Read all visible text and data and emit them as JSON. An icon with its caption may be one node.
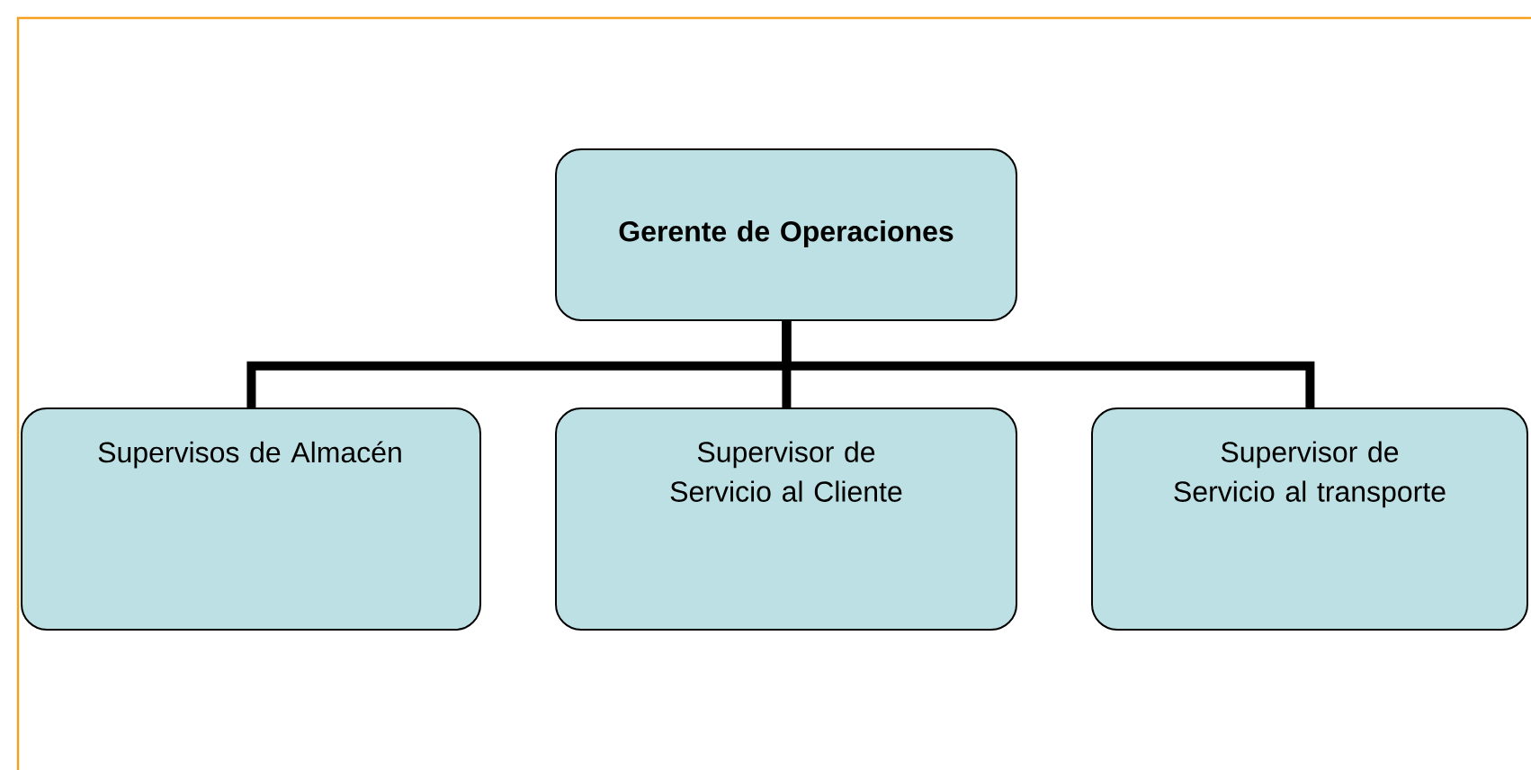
{
  "diagram": {
    "nodes": [
      {
        "text": [
          "Gerente de Operaciones"
        ]
      },
      {
        "text": [
          "Supervisos de Almacén"
        ]
      },
      {
        "text": [
          "Supervisor de Servicio al Cliente"
        ]
      },
      {
        "text": [
          "Supervisor de Servicio al transporte"
        ]
      }
    ],
    "edges": [
      {
        "from": 0,
        "to": 1,
        "arrow": "none"
      },
      {
        "from": 0,
        "to": 2,
        "arrow": "none"
      },
      {
        "from": 0,
        "to": 3,
        "arrow": "none"
      }
    ]
  }
}
